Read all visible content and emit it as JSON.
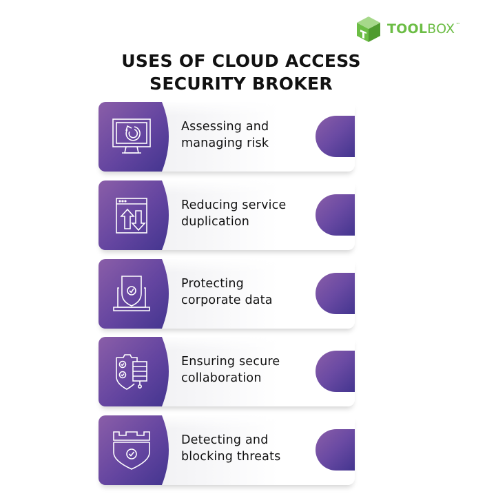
{
  "brand": {
    "name_bold": "TOOL",
    "name_light": "BOX",
    "trademark": "™",
    "color": "#6cbd45"
  },
  "title": {
    "line1": "USES OF CLOUD ACCESS",
    "line2": "SECURITY BROKER"
  },
  "colors": {
    "purple_light": "#8a5ea8",
    "purple_dark": "#43358f",
    "text": "#111111"
  },
  "items": [
    {
      "icon": "monitor-refresh-icon",
      "line1": "Assessing and",
      "line2": "managing risk"
    },
    {
      "icon": "window-transfer-arrows-icon",
      "line1": "Reducing service",
      "line2": "duplication"
    },
    {
      "icon": "laptop-shield-icon",
      "line1": "Protecting",
      "line2": "corporate data"
    },
    {
      "icon": "shield-checklist-database-icon",
      "line1": "Ensuring secure",
      "line2": "collaboration"
    },
    {
      "icon": "castle-shield-icon",
      "line1": "Detecting and",
      "line2": "blocking threats"
    }
  ]
}
